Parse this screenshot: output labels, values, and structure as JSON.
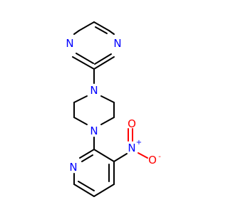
{
  "molecule": {
    "colors": {
      "bond": "#000000",
      "nitrogen": "#0000ff",
      "oxygen": "#ff0000",
      "background": "#ffffff"
    },
    "labels": {
      "n_pyrimidine_top_left": "N",
      "n_pyrimidine_top_right": "N",
      "n_piperazine_top": "N",
      "n_piperazine_bottom": "N",
      "n_nitro": "N",
      "n_nitro_charge": "+",
      "o_nitro_double": "O",
      "o_nitro_single": "O",
      "o_nitro_charge": "-",
      "n_pyridine": "N"
    }
  }
}
